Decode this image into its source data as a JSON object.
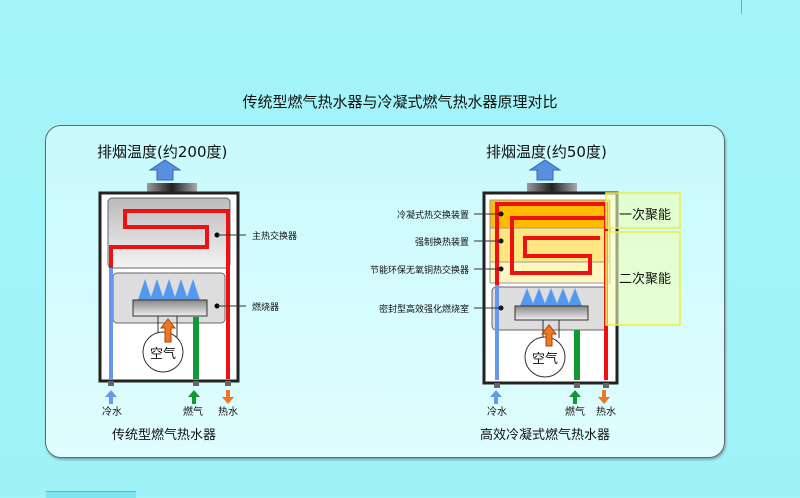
{
  "title": "传统型燃气热水器与冷凝式燃气热水器原理对比",
  "left": {
    "exhaust": "排烟温度(约200度)",
    "caption": "传统型燃气热水器",
    "labels": [
      "主热交换器",
      "燃烧器"
    ],
    "air": "空气",
    "cold": "冷水",
    "gas": "燃气",
    "hot": "热水"
  },
  "right": {
    "exhaust": "排烟温度(约50度)",
    "caption": "高效冷凝式燃气热水器",
    "labels": [
      "冷凝式热交换装置",
      "强制换热装置",
      "节能环保无氧铜热交换器",
      "密封型高效强化燃烧室"
    ],
    "stage1": "一次聚能",
    "stage2": "二次聚能",
    "air": "空气",
    "cold": "冷水",
    "gas": "燃气",
    "hot": "热水"
  },
  "colors": {
    "hot_pipe": "#ee1111",
    "cold_pipe": "#6699ee",
    "gas_pipe": "#119933",
    "flame": "#5599ee",
    "air_arrow": "#ee7722",
    "stage_box": "#eeee44"
  }
}
